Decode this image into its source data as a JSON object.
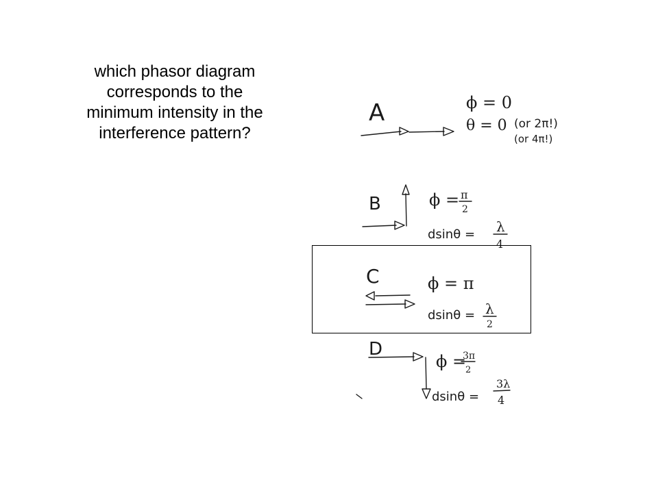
{
  "question": {
    "lines": [
      "which phasor diagram",
      "corresponds to the",
      "minimum intensity in the",
      "interference pattern?"
    ]
  },
  "options": {
    "a": {
      "letter": "A",
      "phi": "ϕ = 0",
      "theta": "θ = 0",
      "note1": "(or 2π!)",
      "note2": "(or 4π!)"
    },
    "b": {
      "letter": "B",
      "phi": "ϕ =",
      "phi_num": "π",
      "phi_den": "2",
      "path": "dsinθ =",
      "path_num": "λ",
      "path_den": "4"
    },
    "c": {
      "letter": "C",
      "phi": "ϕ = π",
      "path": "dsinθ =",
      "path_num": "λ",
      "path_den": "2"
    },
    "d": {
      "letter": "D",
      "phi": "ϕ =",
      "phi_num": "3π",
      "phi_den": "2",
      "path": "dsinθ =",
      "path_num": "3λ",
      "path_den": "4"
    }
  },
  "selection": {
    "selected_option": "C"
  }
}
